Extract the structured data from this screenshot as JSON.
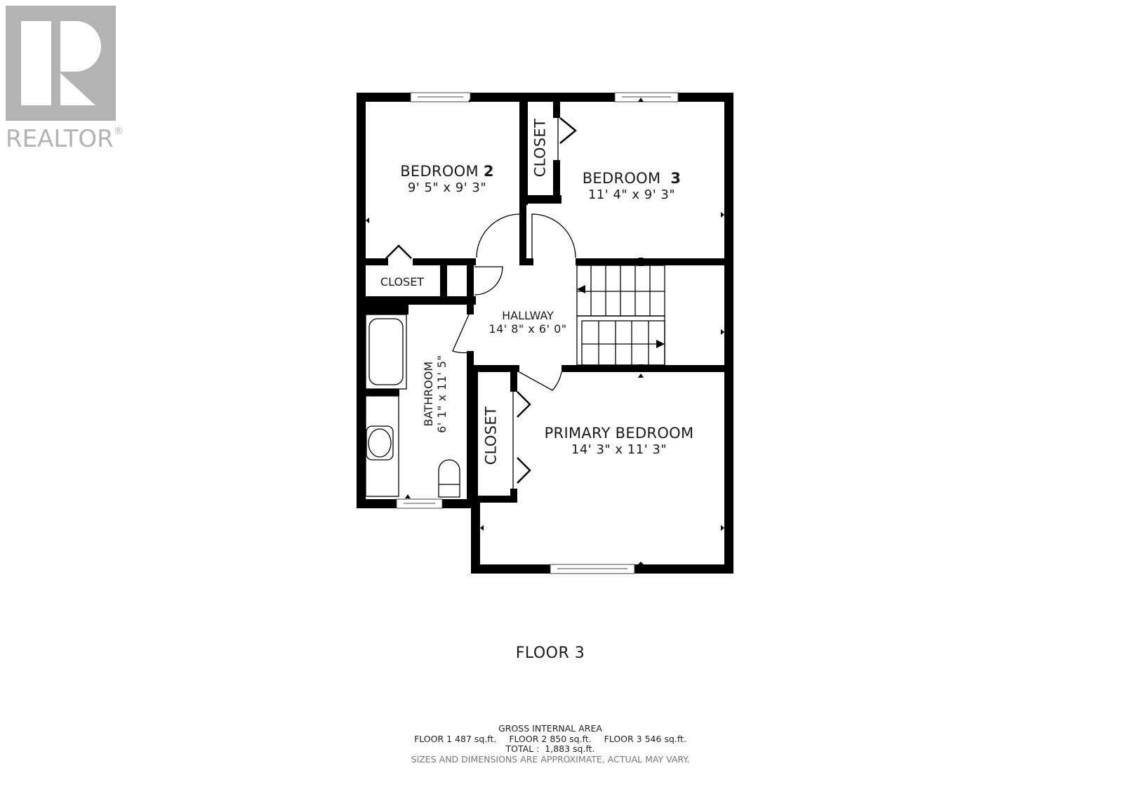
{
  "logo": {
    "mark": "R",
    "wordmark": "REALTOR",
    "registered": "®",
    "color": "#b3b3b3"
  },
  "floor_plan": {
    "floor_label": "FLOOR 3",
    "wall_color": "#000000",
    "rooms": [
      {
        "id": "bedroom-2",
        "name": "BEDROOM",
        "number": "2",
        "dimensions": "9' 5\" x 9' 3\""
      },
      {
        "id": "bedroom-3",
        "name": "BEDROOM",
        "number": "3",
        "dimensions": "11' 4\" x 9' 3\""
      },
      {
        "id": "closet-bedroom-3",
        "name": "CLOSET"
      },
      {
        "id": "closet-hall",
        "name": "CLOSET"
      },
      {
        "id": "hallway",
        "name": "HALLWAY",
        "dimensions": "14' 8\" x 6' 0\""
      },
      {
        "id": "bathroom",
        "name": "BATHROOM",
        "dimensions": "6' 1\" x 11' 5\""
      },
      {
        "id": "closet-primary",
        "name": "CLOSET"
      },
      {
        "id": "primary-bedroom",
        "name": "PRIMARY BEDROOM",
        "dimensions": "14' 3\" x 11' 3\""
      }
    ]
  },
  "footer": {
    "heading": "GROSS INTERNAL AREA",
    "floors": [
      {
        "label": "FLOOR 1",
        "area": "487 sq.ft."
      },
      {
        "label": "FLOOR 2",
        "area": "850 sq.ft."
      },
      {
        "label": "FLOOR 3",
        "area": "546 sq.ft."
      }
    ],
    "total_label": "TOTAL :",
    "total_area": "1,883 sq.ft.",
    "disclaimer": "SIZES AND DIMENSIONS ARE APPROXIMATE, ACTUAL MAY VARY."
  }
}
